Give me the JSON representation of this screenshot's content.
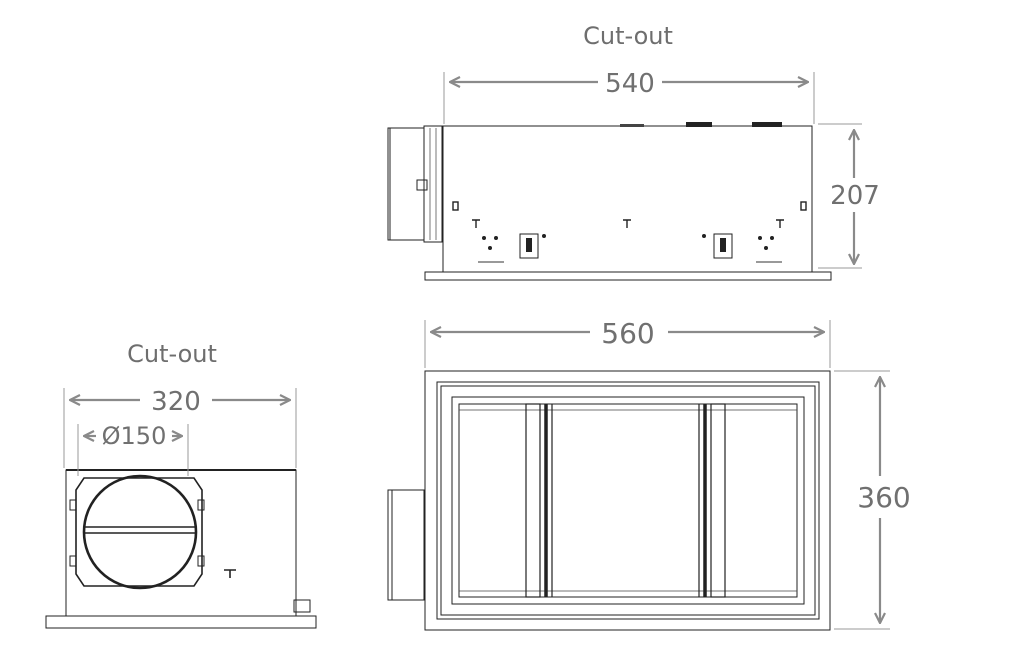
{
  "labels": {
    "cutout_side": "Cut-out",
    "cutout_front": "Cut-out",
    "dim_540": "540",
    "dim_207": "207",
    "dim_560": "560",
    "dim_360": "360",
    "dim_320": "320",
    "dim_150": "Ø150"
  }
}
